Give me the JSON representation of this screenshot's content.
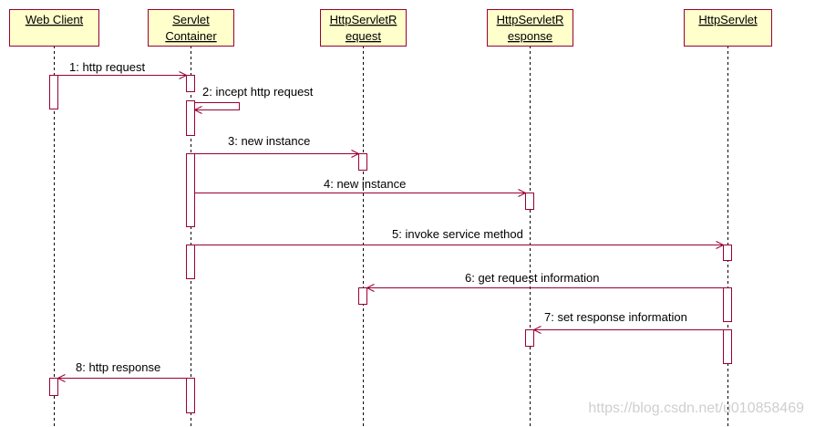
{
  "diagram": {
    "participants": [
      {
        "lines": [
          "Web Client"
        ]
      },
      {
        "lines": [
          "Servlet",
          "Container"
        ]
      },
      {
        "lines": [
          "HttpServletR",
          "equest"
        ]
      },
      {
        "lines": [
          "HttpServletR",
          "esponse"
        ]
      },
      {
        "lines": [
          "HttpServlet"
        ]
      }
    ],
    "messages": [
      {
        "from": 0,
        "to": 1,
        "label": "1: http request"
      },
      {
        "from": 1,
        "to": 1,
        "label": "2: incept http request"
      },
      {
        "from": 1,
        "to": 2,
        "label": "3: new instance"
      },
      {
        "from": 1,
        "to": 3,
        "label": "4: new instance"
      },
      {
        "from": 1,
        "to": 4,
        "label": "5: invoke service method"
      },
      {
        "from": 4,
        "to": 2,
        "label": "6: get request information"
      },
      {
        "from": 4,
        "to": 3,
        "label": "7: set response information"
      },
      {
        "from": 1,
        "to": 0,
        "label": "8: http response"
      }
    ]
  },
  "watermark": "https://blog.csdn.net/u010858469",
  "colors": {
    "line": "#990033",
    "participant_fill": "#FFFFCC",
    "lifeline": "#000000",
    "activation_fill": "#FFFFFF",
    "text": "#000000",
    "watermark": "#cfcfcf"
  }
}
